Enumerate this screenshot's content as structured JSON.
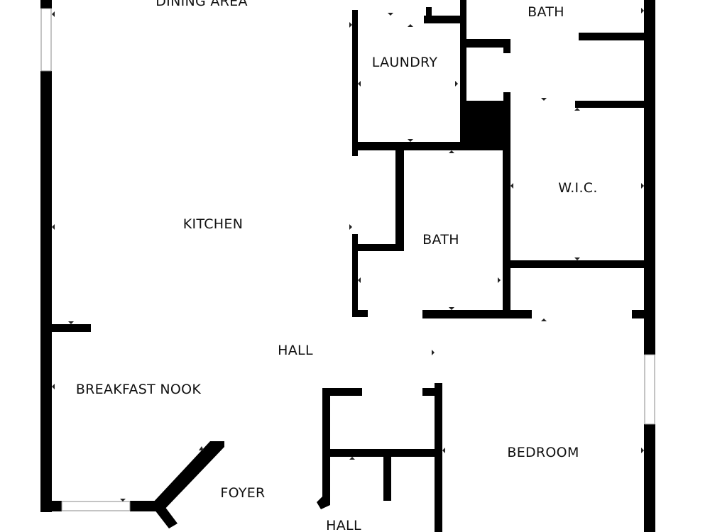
{
  "floor_plan": {
    "rooms": {
      "dining_area": "DINING AREA",
      "bath_top": "BATH",
      "laundry": "LAUNDRY",
      "wic": "W.I.C.",
      "kitchen": "KITCHEN",
      "bath_middle": "BATH",
      "hall_center": "HALL",
      "breakfast_nook": "BREAKFAST NOOK",
      "bedroom": "BEDROOM",
      "foyer": "FOYER",
      "hall_bottom": "HALL"
    }
  }
}
